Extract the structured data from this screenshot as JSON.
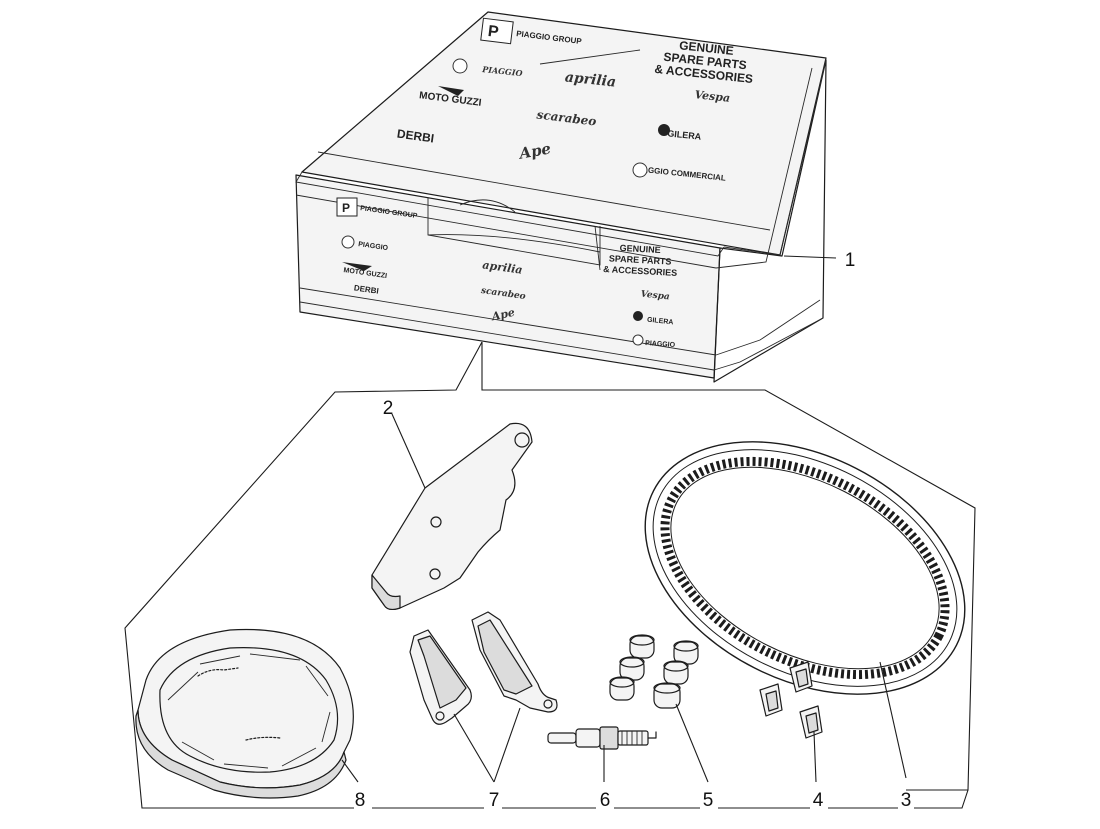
{
  "callouts": {
    "box": "1",
    "bracket": "2",
    "belt": "3",
    "sliders": "4",
    "rollers": "5",
    "spark_plug": "6",
    "brake_pads": "7",
    "brake_shoes": "8"
  },
  "box_top": {
    "group_logo": "PIAGGIO GROUP",
    "heading_line1": "GENUINE",
    "heading_line2": "SPARE PARTS",
    "heading_line3": "& ACCESSORIES",
    "brands": [
      "PIAGGIO",
      "aprilia",
      "Vespa",
      "MOTO GUZZI",
      "scarabeo",
      "DERBI",
      "Ape",
      "GILERA",
      "PIAGGIO COMMERCIAL"
    ]
  },
  "box_front": {
    "group_logo": "PIAGGIO GROUP",
    "brands": [
      "PIAGGIO",
      "MOTO GUZZI",
      "DERBI",
      "aprilia",
      "scarabeo",
      "Ape"
    ]
  },
  "box_side": {
    "heading_line1": "GENUINE",
    "heading_line2": "SPARE PARTS",
    "heading_line3": "& ACCESSORIES",
    "brands": [
      "Vespa",
      "GILERA",
      "PIAGGIO"
    ]
  }
}
